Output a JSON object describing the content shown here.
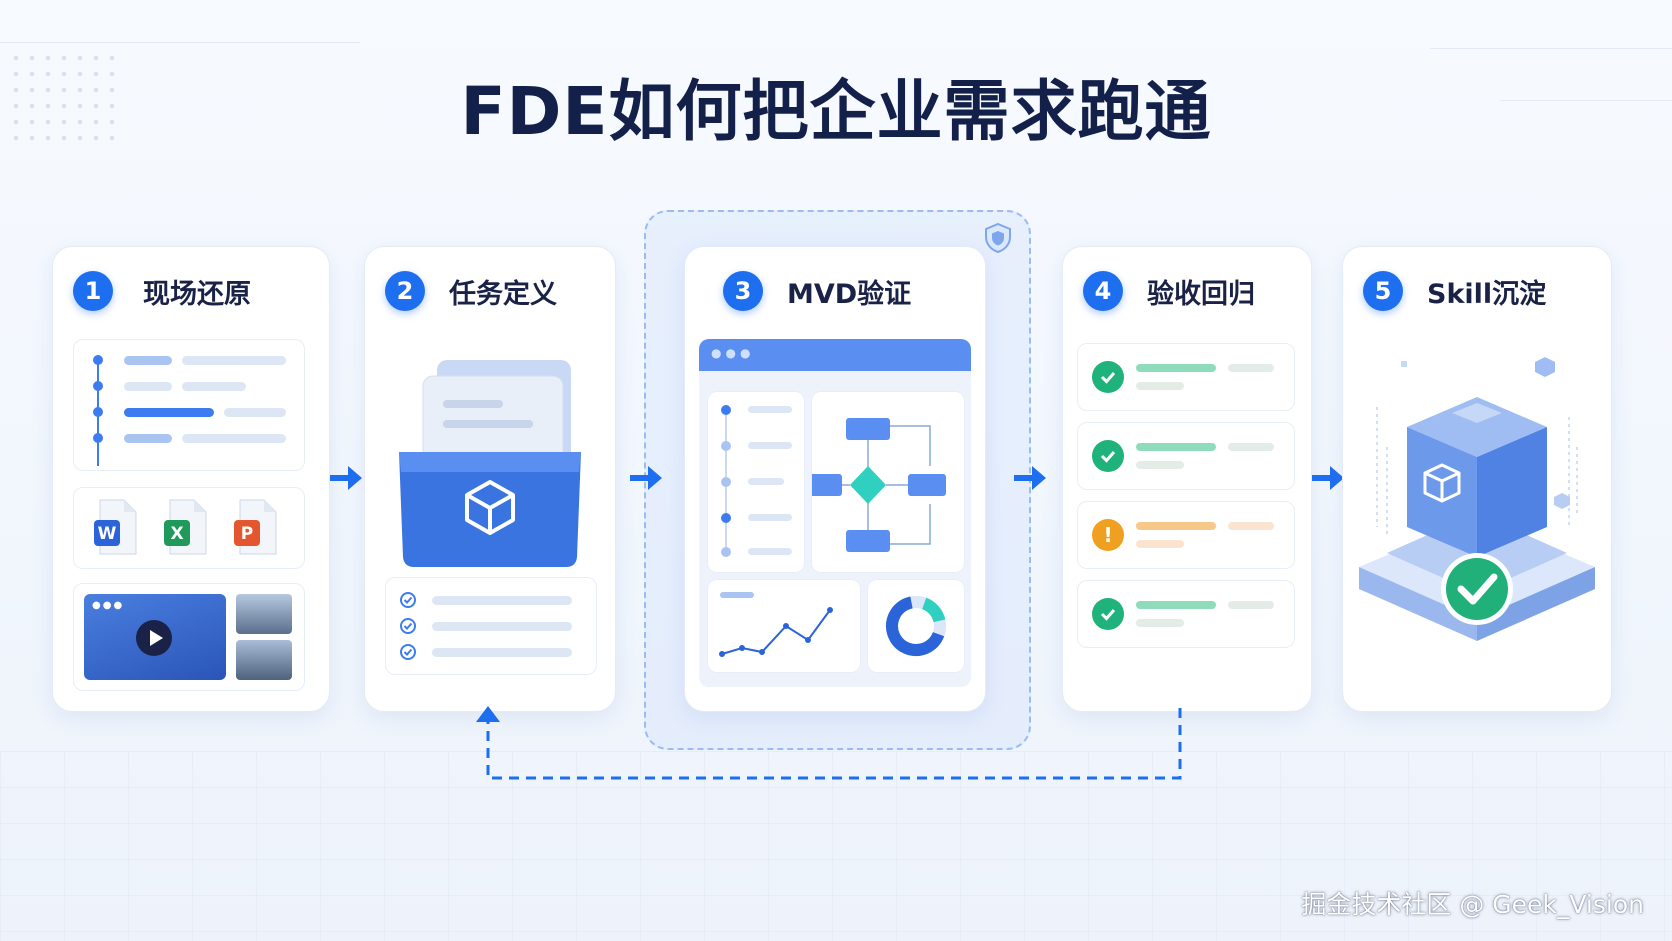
{
  "title": "FDE如何把企业需求跑通",
  "steps": [
    {
      "num": "1",
      "label": "现场还原"
    },
    {
      "num": "2",
      "label": "任务定义"
    },
    {
      "num": "3",
      "label": "MVD验证"
    },
    {
      "num": "4",
      "label": "验收回归"
    },
    {
      "num": "5",
      "label": "Skill沉淀"
    }
  ],
  "file_icons": {
    "word": "W",
    "excel": "X",
    "ppt": "P"
  },
  "acceptance_status": [
    "check",
    "check",
    "warning",
    "check"
  ],
  "colors": {
    "accent": "#1e6ef0",
    "title": "#13204a",
    "success": "#1fb27a",
    "warning": "#f0a020",
    "teal": "#2fd0c0"
  },
  "watermark": "掘金技术社区 @ Geek_Vision"
}
